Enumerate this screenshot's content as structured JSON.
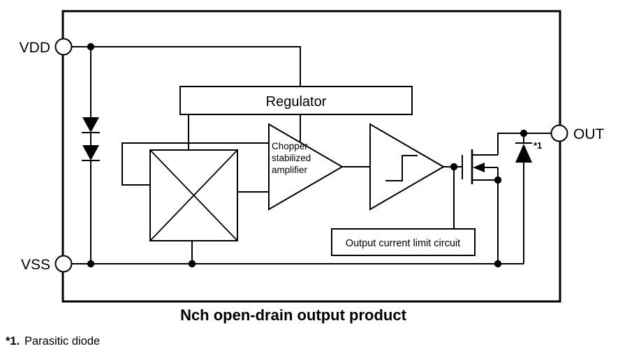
{
  "colors": {
    "line": "#000000",
    "background": "#ffffff"
  },
  "terminals": {
    "vdd": "VDD",
    "vss": "VSS",
    "out": "OUT"
  },
  "blocks": {
    "regulator": "Regulator",
    "chopper_amplifier": {
      "line1": "Chopper",
      "line2": "stabilized",
      "line3": "amplifier"
    },
    "output_current_limit": "Output current limit circuit"
  },
  "annotations": {
    "parasitic_ref": "*1"
  },
  "caption": "Nch open-drain output product",
  "footnote": {
    "ref": "*1.",
    "text": "Parasitic diode"
  }
}
